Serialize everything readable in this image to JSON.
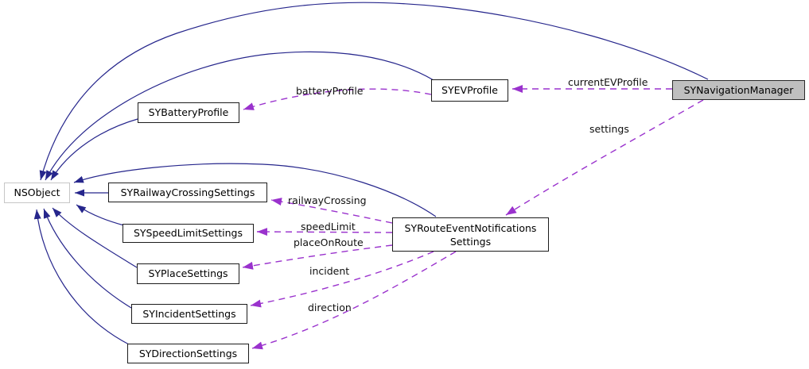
{
  "diagram": {
    "type": "class-collaboration-graph",
    "background": "#ffffff",
    "colors": {
      "inheritance_edge": "#26268c",
      "usage_edge": "#9a32cd",
      "node_border": "#1c1c1c",
      "external_node_border": "#c6c6c6",
      "current_node_fill": "#bfbfbf",
      "text": "#000000"
    },
    "nodes": {
      "nsobject": {
        "label": "NSObject"
      },
      "battery_profile": {
        "label": "SYBatteryProfile"
      },
      "ev_profile": {
        "label": "SYEVProfile"
      },
      "navigation_manager": {
        "label": "SYNavigationManager"
      },
      "railway_crossing_settings": {
        "label": "SYRailwayCrossingSettings"
      },
      "speed_limit_settings": {
        "label": "SYSpeedLimitSettings"
      },
      "place_settings": {
        "label": "SYPlaceSettings"
      },
      "incident_settings": {
        "label": "SYIncidentSettings"
      },
      "direction_settings": {
        "label": "SYDirectionSettings"
      },
      "route_event_notifications_settings": {
        "line1": "SYRouteEventNotifications",
        "line2": "Settings"
      }
    },
    "edge_labels": {
      "battery_profile": "batteryProfile",
      "current_ev_profile": "currentEVProfile",
      "settings": "settings",
      "railway_crossing": "railwayCrossing",
      "speed_limit": "speedLimit",
      "place_on_route": "placeOnRoute",
      "incident": "incident",
      "direction": "direction"
    },
    "edges": [
      {
        "from": "SYNavigationManager",
        "to": "NSObject",
        "type": "inheritance"
      },
      {
        "from": "SYEVProfile",
        "to": "NSObject",
        "type": "inheritance"
      },
      {
        "from": "SYBatteryProfile",
        "to": "NSObject",
        "type": "inheritance"
      },
      {
        "from": "SYRouteEventNotificationsSettings",
        "to": "NSObject",
        "type": "inheritance"
      },
      {
        "from": "SYRailwayCrossingSettings",
        "to": "NSObject",
        "type": "inheritance"
      },
      {
        "from": "SYSpeedLimitSettings",
        "to": "NSObject",
        "type": "inheritance"
      },
      {
        "from": "SYPlaceSettings",
        "to": "NSObject",
        "type": "inheritance"
      },
      {
        "from": "SYIncidentSettings",
        "to": "NSObject",
        "type": "inheritance"
      },
      {
        "from": "SYDirectionSettings",
        "to": "NSObject",
        "type": "inheritance"
      },
      {
        "from": "SYNavigationManager",
        "to": "SYEVProfile",
        "type": "usage",
        "label": "currentEVProfile"
      },
      {
        "from": "SYEVProfile",
        "to": "SYBatteryProfile",
        "type": "usage",
        "label": "batteryProfile"
      },
      {
        "from": "SYNavigationManager",
        "to": "SYRouteEventNotificationsSettings",
        "type": "usage",
        "label": "settings"
      },
      {
        "from": "SYRouteEventNotificationsSettings",
        "to": "SYRailwayCrossingSettings",
        "type": "usage",
        "label": "railwayCrossing"
      },
      {
        "from": "SYRouteEventNotificationsSettings",
        "to": "SYSpeedLimitSettings",
        "type": "usage",
        "label": "speedLimit"
      },
      {
        "from": "SYRouteEventNotificationsSettings",
        "to": "SYPlaceSettings",
        "type": "usage",
        "label": "placeOnRoute"
      },
      {
        "from": "SYRouteEventNotificationsSettings",
        "to": "SYIncidentSettings",
        "type": "usage",
        "label": "incident"
      },
      {
        "from": "SYRouteEventNotificationsSettings",
        "to": "SYDirectionSettings",
        "type": "usage",
        "label": "direction"
      }
    ]
  }
}
